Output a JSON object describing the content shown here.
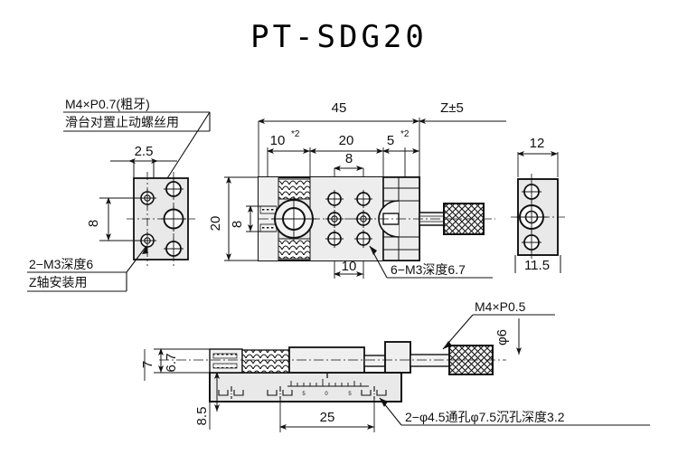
{
  "drawing": {
    "title": "PT-SDG20",
    "type": "mechanical-dimension-drawing",
    "units": "mm",
    "colors": {
      "line": "#111111",
      "fill_body": "#e9e9e9",
      "fill_light": "#f2f2f2",
      "background": "#ffffff"
    },
    "annotations": {
      "top_left_thread": "M4×P0.7(粗牙)",
      "top_left_use": "滑台对置止动螺丝用",
      "left_tap": "2−M3深度6",
      "left_use": "Z轴安装用",
      "top_tap": "6−M3深度6.7",
      "knob_thread": "M4×P0.5",
      "knob_dia": "φ6",
      "bottom_hole": "2−φ4.5通孔φ7.5沉孔深度3.2"
    },
    "dimensions": {
      "left_view": {
        "width": "2.5",
        "hole_pitch": "8"
      },
      "top_view": {
        "overall": "45",
        "stroke": "Z±5",
        "seg1": "10",
        "seg1_sup": "*2",
        "seg2": "20",
        "seg3": "5",
        "seg3_sup": "*2",
        "inner": "8",
        "height": "20",
        "hole_pitch_v": "8",
        "hole_pitch_h": "10"
      },
      "right_view": {
        "width": "12",
        "depth": "11.5"
      },
      "front_view": {
        "height_total": "7",
        "height_inner": "6.7",
        "base": "8.5",
        "length": "25"
      }
    },
    "scale_labels": [
      "5",
      "0",
      "5"
    ]
  }
}
